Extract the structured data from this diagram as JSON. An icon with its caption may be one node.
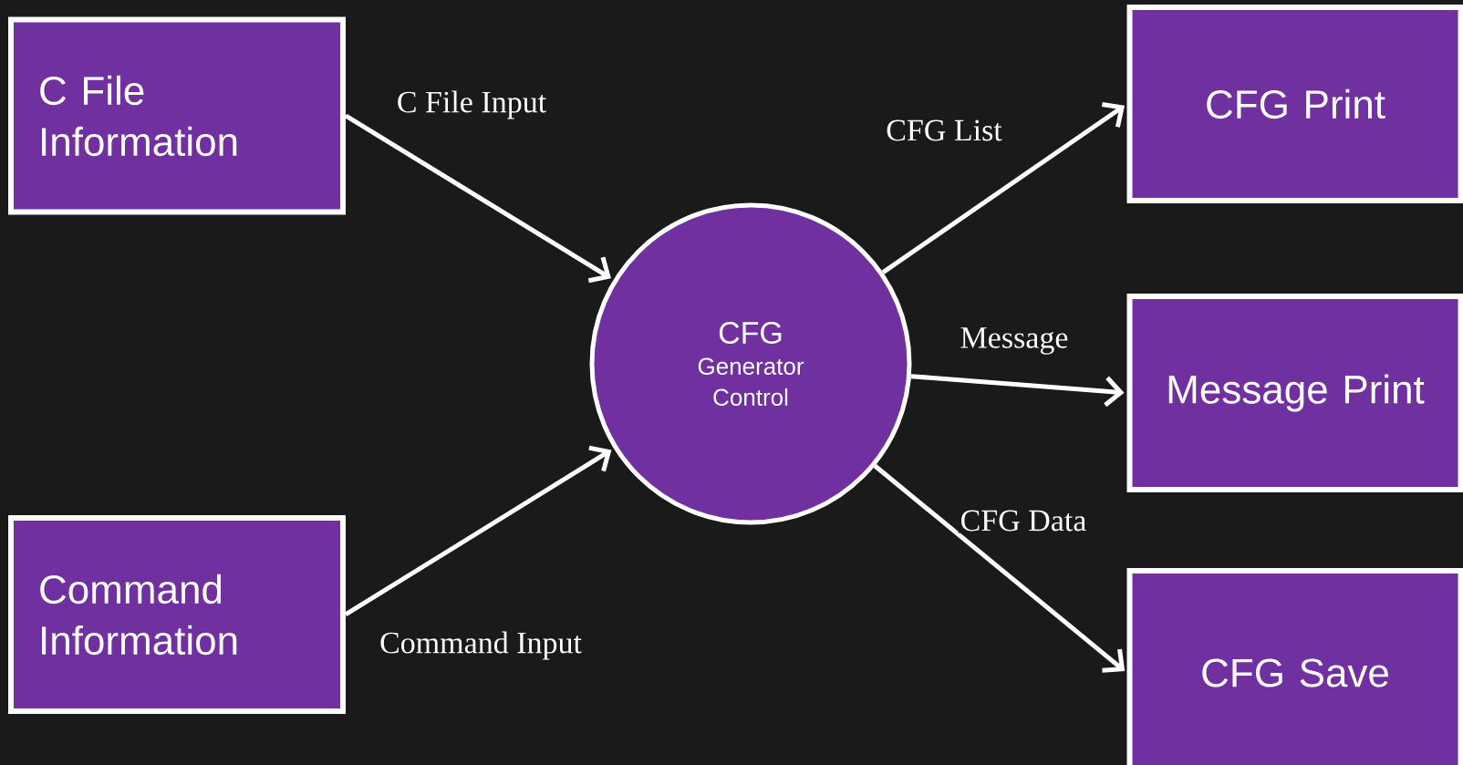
{
  "diagram": {
    "nodes": [
      {
        "text": [
          "C File Information"
        ]
      },
      {
        "text": [
          "Command Information"
        ]
      },
      {
        "text": [
          "CFG",
          "Generator Control"
        ]
      },
      {
        "text": [
          "CFG Print"
        ]
      },
      {
        "text": [
          "Message Print"
        ]
      },
      {
        "text": [
          "CFG Save"
        ]
      }
    ],
    "edges": [
      {
        "from": 0,
        "to": 2,
        "arrow": "to",
        "label": "C File Input"
      },
      {
        "from": 1,
        "to": 2,
        "arrow": "to",
        "label": "Command Input"
      },
      {
        "from": 2,
        "to": 3,
        "arrow": "to",
        "label": "CFG List"
      },
      {
        "from": 2,
        "to": 4,
        "arrow": "to",
        "label": "Message"
      },
      {
        "from": 2,
        "to": 5,
        "arrow": "to",
        "label": "CFG Data"
      }
    ]
  }
}
